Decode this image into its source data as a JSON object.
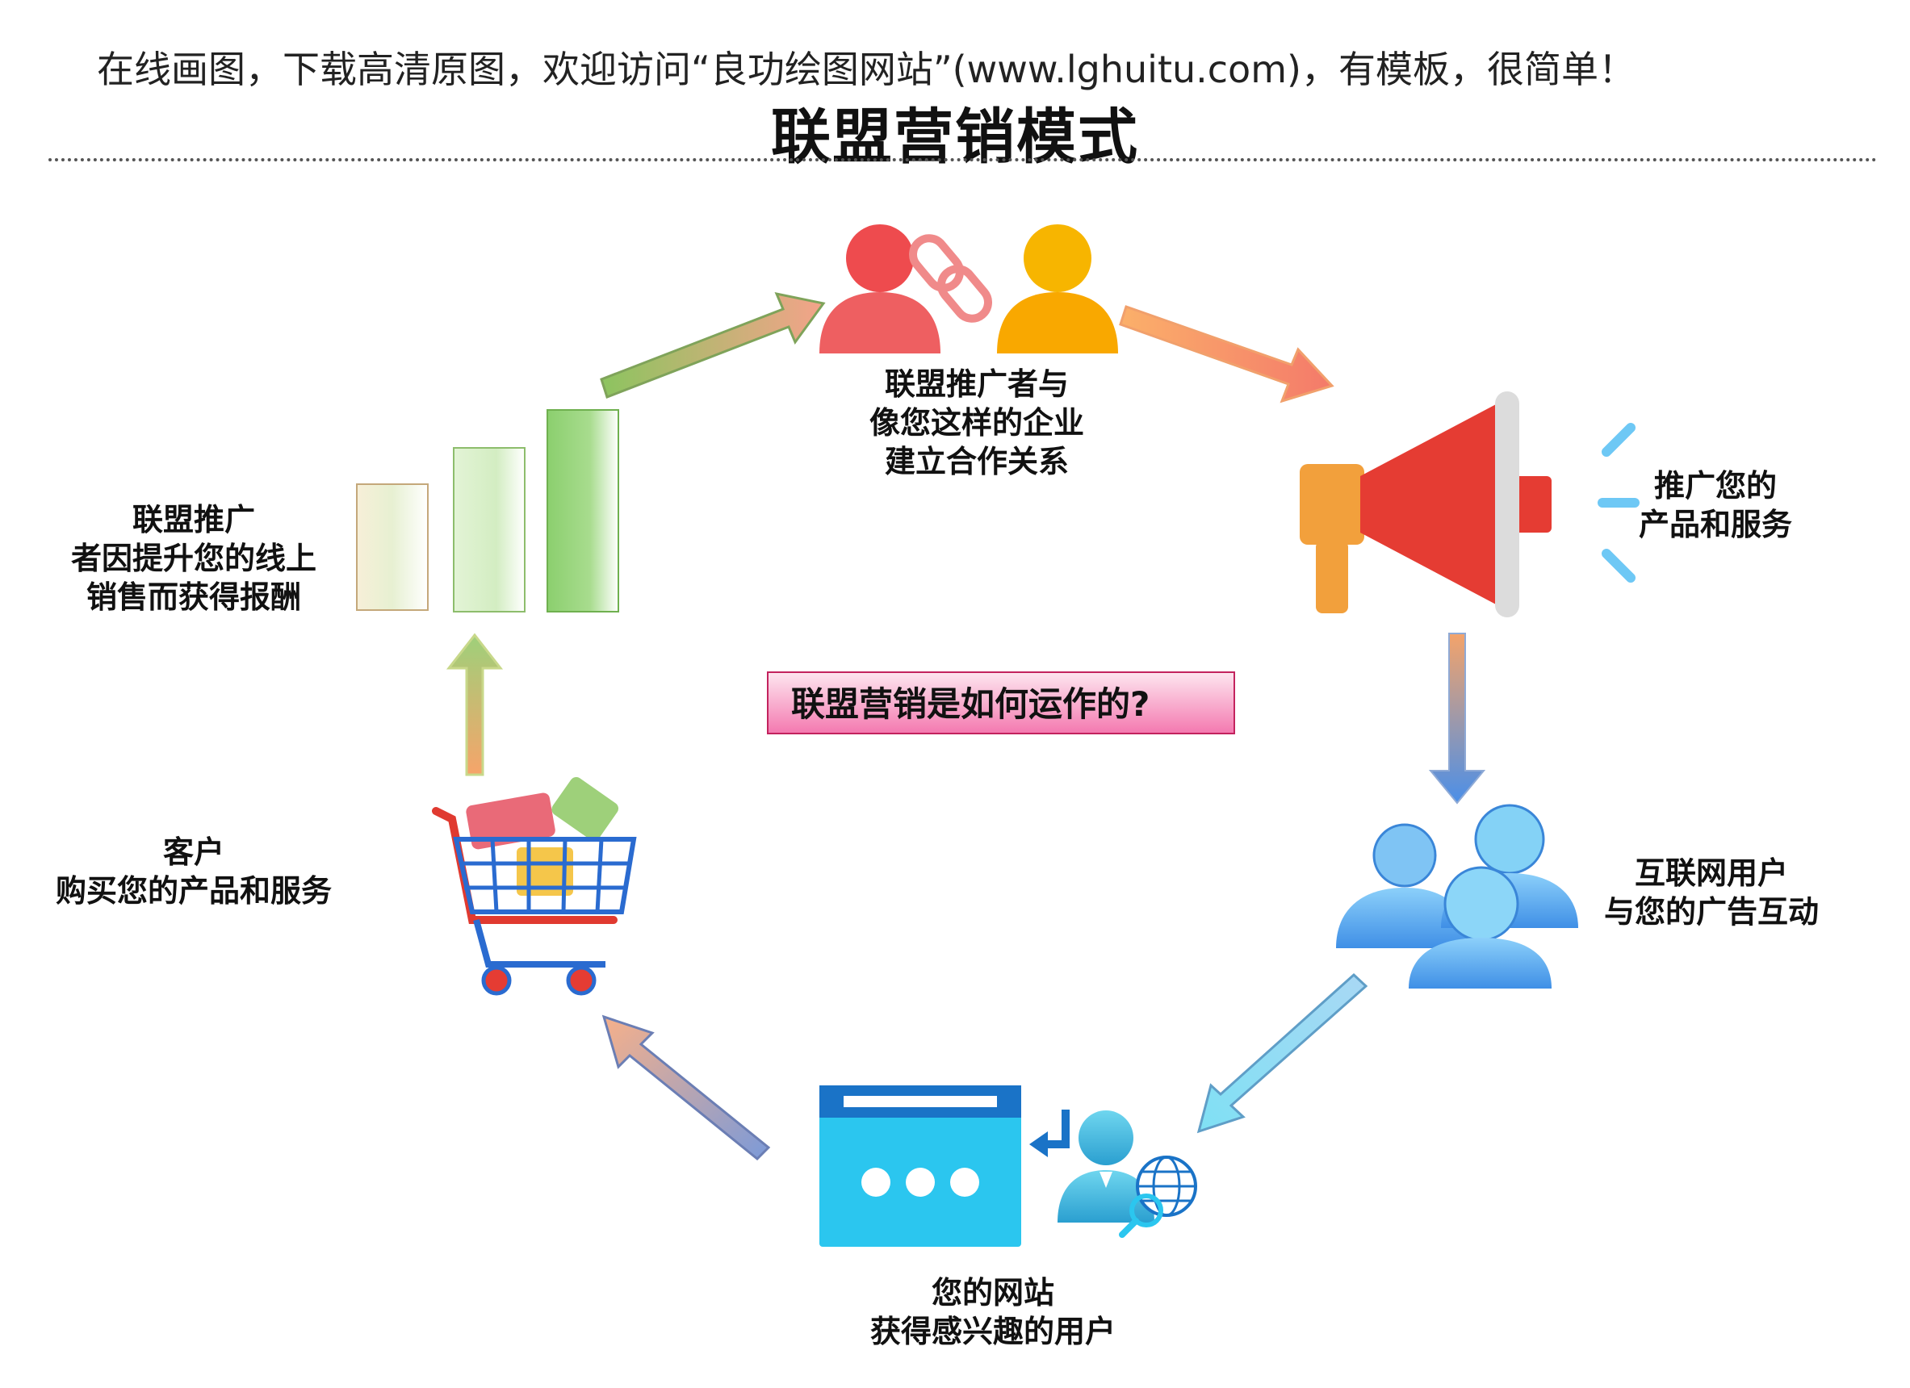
{
  "banner": "在线画图，下载高清原图，欢迎访问“良功绘图网站”(www.lghuitu.com)，有模板，很简单！",
  "title": "联盟营销模式",
  "center_question": "联盟营销是如何运作的?",
  "nodes": {
    "partners": [
      "联盟推广者与",
      "像您这样的企业",
      "建立合作关系"
    ],
    "promote": [
      "推广您的",
      "产品和服务"
    ],
    "users": [
      "互联网用户",
      "与您的广告互动"
    ],
    "website": [
      "您的网站",
      "获得感兴趣的用户"
    ],
    "customer": [
      "客户",
      "购买您的产品和服务"
    ],
    "reward": [
      "联盟推广",
      "者因提升您的线上",
      "销售而获得报酬"
    ]
  },
  "colors": {
    "person_red": "#ee4b4e",
    "person_yellow": "#f7b500",
    "megaphone_red": "#e53c33",
    "megaphone_orange": "#f2a03c",
    "people_blue": "#5ab4f0",
    "browser_blue": "#2bc6ef",
    "arrow_green": "#8cc45f",
    "arrow_salmon": "#f59a7a"
  }
}
